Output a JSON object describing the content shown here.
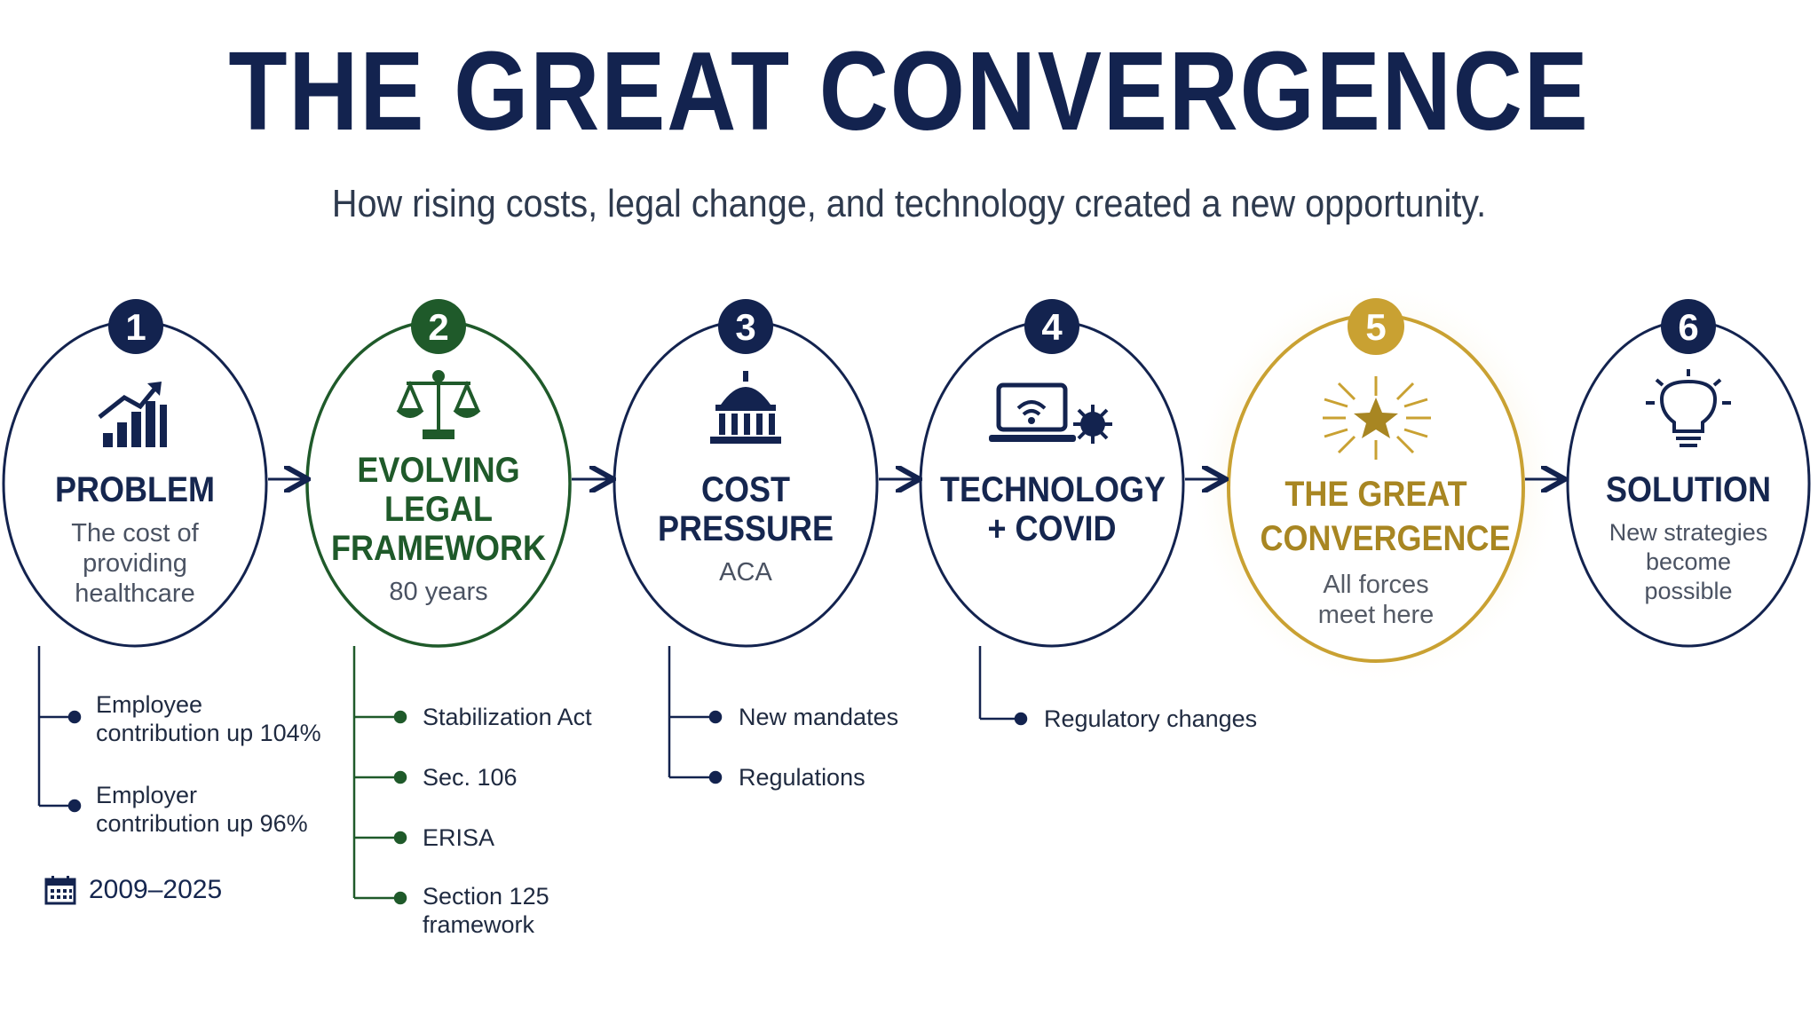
{
  "header": {
    "title": "THE GREAT CONVERGENCE",
    "subtitle": "How rising costs, legal change, and technology created a new opportunity."
  },
  "colors": {
    "navy": "#13234f",
    "green": "#1f5a2a",
    "gold": "#c9a132"
  },
  "steps": [
    {
      "number": "1",
      "name_lines": [
        "PROBLEM"
      ],
      "desc": "The cost of providing healthcare",
      "icon": "bar-chart-trend-icon",
      "color": "navy",
      "details": [
        "Employee contribution up 104%",
        "Employer contribution up 96%"
      ],
      "date_range": "2009–2025"
    },
    {
      "number": "2",
      "name_lines": [
        "EVOLVING",
        "LEGAL",
        "FRAMEWORK"
      ],
      "desc": "80 years",
      "icon": "scales-of-justice-icon",
      "color": "green",
      "details": [
        "Stabilization Act",
        "Sec. 106",
        "ERISA",
        "Section 125 framework"
      ]
    },
    {
      "number": "3",
      "name_lines": [
        "COST",
        "PRESSURE"
      ],
      "desc": "ACA",
      "icon": "capitol-building-icon",
      "color": "navy",
      "details": [
        "New mandates",
        "Regulations"
      ]
    },
    {
      "number": "4",
      "name_lines": [
        "TECHNOLOGY",
        "+ COVID"
      ],
      "desc": "",
      "icon": "laptop-virus-icon",
      "color": "navy",
      "details": [
        "Regulatory changes"
      ]
    },
    {
      "number": "5",
      "name_lines": [
        "THE GREAT",
        "CONVERGENCE"
      ],
      "desc": "All forces meet here",
      "icon": "star-burst-icon",
      "color": "gold",
      "details": []
    },
    {
      "number": "6",
      "name_lines": [
        "SOLUTION"
      ],
      "desc": "New strategies become possible",
      "icon": "lightbulb-icon",
      "color": "navy",
      "details": []
    }
  ]
}
